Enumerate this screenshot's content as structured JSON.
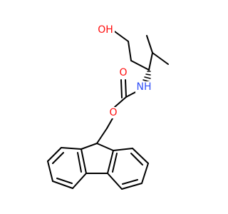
{
  "molecule": {
    "atoms": {
      "oh": {
        "label": "OH",
        "color": "#ff0d0d"
      },
      "nh": {
        "label": "NH",
        "color": "#3050f8"
      },
      "o_carbonyl": {
        "label": "O",
        "color": "#ff0d0d"
      },
      "o_ester": {
        "label": "O",
        "color": "#ff0d0d"
      }
    },
    "bond_color": "#000000"
  }
}
